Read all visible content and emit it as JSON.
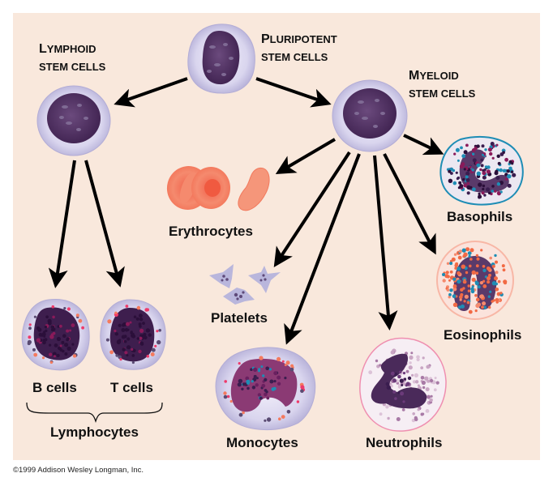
{
  "diagram": {
    "title": "Hematopoiesis lineage",
    "colors": {
      "background": "#f9e8dc",
      "cytoplasm": "#cfcbe6",
      "nucleus": "#4a2a5a",
      "erythrocyte": "#f37f62",
      "platelet": "#b9b6dc",
      "basophil_granule": "#1e8db5",
      "eosinophil_granule": "#f26a45",
      "neutrophil_membrane": "#ee8fb0",
      "arrow": "#000000"
    },
    "nodes": {
      "pluripotent": {
        "label_cap": "P",
        "label_rest": "LURIPOTENT",
        "label_line2": "STEM CELLS"
      },
      "lymphoid": {
        "label_cap": "L",
        "label_rest": "YMPHOID",
        "label_line2": "STEM CELLS"
      },
      "myeloid": {
        "label_cap": "M",
        "label_rest": "YELOID",
        "label_line2": "STEM CELLS"
      },
      "b_cells": {
        "label": "B cells"
      },
      "t_cells": {
        "label": "T cells"
      },
      "lymphocytes": {
        "label": "Lymphocytes"
      },
      "erythrocytes": {
        "label": "Erythrocytes"
      },
      "platelets": {
        "label": "Platelets"
      },
      "monocytes": {
        "label": "Monocytes"
      },
      "neutrophils": {
        "label": "Neutrophils"
      },
      "basophils": {
        "label": "Basophils"
      },
      "eosinophils": {
        "label": "Eosinophils"
      }
    },
    "edges": [
      {
        "from": "pluripotent",
        "to": "lymphoid"
      },
      {
        "from": "pluripotent",
        "to": "myeloid"
      },
      {
        "from": "lymphoid",
        "to": "b_cells"
      },
      {
        "from": "lymphoid",
        "to": "t_cells"
      },
      {
        "from": "myeloid",
        "to": "erythrocytes"
      },
      {
        "from": "myeloid",
        "to": "platelets"
      },
      {
        "from": "myeloid",
        "to": "monocytes"
      },
      {
        "from": "myeloid",
        "to": "neutrophils"
      },
      {
        "from": "myeloid",
        "to": "eosinophils"
      },
      {
        "from": "myeloid",
        "to": "basophils"
      }
    ],
    "groups": [
      {
        "name": "Lymphocytes",
        "members": [
          "b_cells",
          "t_cells"
        ]
      }
    ],
    "copyright": "©1999 Addison Wesley Longman, Inc."
  }
}
